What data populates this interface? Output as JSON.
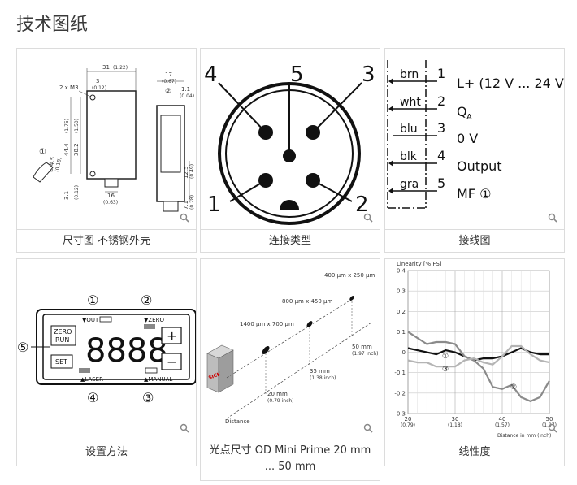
{
  "page": {
    "title": "技术图纸"
  },
  "cards": [
    {
      "caption": "尺寸图 不锈钢外壳"
    },
    {
      "caption": "连接类型"
    },
    {
      "caption": "接线图"
    },
    {
      "caption": "设置方法"
    },
    {
      "caption": "光点尺寸 OD Mini Prime 20 mm ... 50 mm"
    },
    {
      "caption": "线性度"
    }
  ],
  "dimension_drawing": {
    "d31": "31",
    "d31i": "(1.22)",
    "m3": "2 x M3",
    "d3": "3",
    "d3i": "(0.12)",
    "d17": "17",
    "d17i": "(0.67)",
    "c2": "②",
    "d11": "1.1",
    "d11i": "(0.04)",
    "d444": "44.4",
    "d444i": "(1.75)",
    "d382": "38.2",
    "d382i": "(1.50)",
    "c1": "①",
    "d45": "Ø 4.5",
    "d45i": "(0.18)",
    "d31b": "3.1",
    "d31bi": "(0.12)",
    "d16": "16",
    "d16i": "(0.63)",
    "d125": "12.5",
    "d125i": "(0.49)",
    "d71": "7.1",
    "d71i": "(0.28)"
  },
  "connector": {
    "pins": [
      "1",
      "2",
      "3",
      "4",
      "5"
    ]
  },
  "wiring": {
    "rows": [
      {
        "wire": "brn",
        "pin": "1",
        "label": "L+ (12 V ... 24 V)"
      },
      {
        "wire": "wht",
        "pin": "2",
        "label": "Q",
        "sub": "A"
      },
      {
        "wire": "blu",
        "pin": "3",
        "label": "0 V"
      },
      {
        "wire": "blk",
        "pin": "4",
        "label": "Output"
      },
      {
        "wire": "gra",
        "pin": "5",
        "label": "MF ①"
      }
    ]
  },
  "settings": {
    "c1": "①",
    "c2": "②",
    "c3": "③",
    "c4": "④",
    "c5": "⑤",
    "out": "▼OUT",
    "zero": "▼ZERO",
    "laser": "▲LASER",
    "manual": "▲MANUAL",
    "zero_run_1": "ZERO",
    "zero_run_2": "RUN",
    "set": "SET",
    "display": "8888",
    "plus": "+",
    "minus": "−"
  },
  "spot": {
    "spot1": "1400 µm x 700 µm",
    "spot2": "800 µm x 450 µm",
    "spot3": "400 µm x 250 µm",
    "d20": "20 mm",
    "d20i": "(0.79 inch)",
    "d35": "35 mm",
    "d35i": "(1.38 inch)",
    "d50": "50 mm",
    "d50i": "(1.97 inch)",
    "distance": "Distance",
    "logo": "SICK"
  },
  "chart_data": {
    "type": "line",
    "title": "",
    "ylabel": "Linearity [% FS]",
    "xlabel": "Distance in mm (inch)",
    "xlim": [
      20,
      50
    ],
    "ylim": [
      -0.3,
      0.4
    ],
    "x_ticks": [
      {
        "v": 20,
        "label": "20",
        "inch": "(0.79)"
      },
      {
        "v": 30,
        "label": "30",
        "inch": "(1.18)"
      },
      {
        "v": 40,
        "label": "40",
        "inch": "(1.57)"
      },
      {
        "v": 50,
        "label": "50",
        "inch": "(1.97)"
      }
    ],
    "y_ticks": [
      "0.4",
      "0.3",
      "0.2",
      "0.1",
      "0",
      "-0.1",
      "-0.2",
      "-0.3"
    ],
    "series": [
      {
        "name": "①",
        "color": "#111111",
        "x": [
          20,
          22,
          24,
          26,
          28,
          30,
          32,
          34,
          36,
          38,
          40,
          42,
          44,
          46,
          48,
          50
        ],
        "y": [
          0.02,
          0.01,
          0.0,
          -0.01,
          0.01,
          0.0,
          -0.02,
          -0.04,
          -0.03,
          -0.03,
          -0.02,
          0.0,
          0.02,
          0.0,
          -0.01,
          -0.01
        ]
      },
      {
        "name": "②",
        "color": "#8a8a8a",
        "x": [
          20,
          22,
          24,
          26,
          28,
          30,
          32,
          34,
          36,
          38,
          40,
          42,
          44,
          46,
          48,
          50
        ],
        "y": [
          0.1,
          0.07,
          0.04,
          0.05,
          0.05,
          0.04,
          -0.02,
          -0.04,
          -0.08,
          -0.17,
          -0.18,
          -0.16,
          -0.22,
          -0.24,
          -0.22,
          -0.14
        ]
      },
      {
        "name": "③",
        "color": "#b4b4b4",
        "x": [
          20,
          22,
          24,
          26,
          28,
          30,
          32,
          34,
          36,
          38,
          40,
          42,
          44,
          46,
          48,
          50
        ],
        "y": [
          -0.04,
          -0.05,
          -0.05,
          -0.07,
          -0.07,
          -0.07,
          -0.04,
          -0.03,
          -0.05,
          -0.06,
          -0.02,
          0.03,
          0.03,
          -0.01,
          -0.04,
          -0.05
        ]
      }
    ]
  }
}
